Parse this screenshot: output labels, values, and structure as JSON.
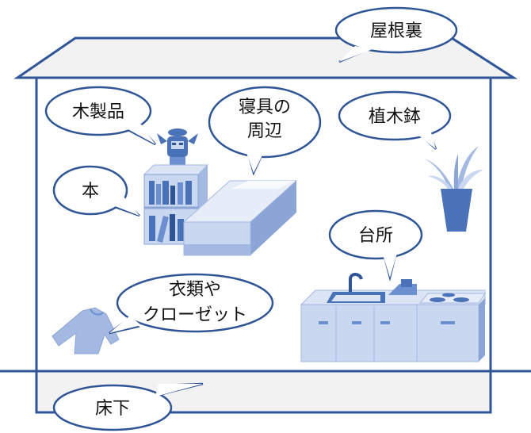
{
  "colors": {
    "outline": "#2f5597",
    "wall_fill": "#ffffff",
    "roof_fill": "#f2f2f2",
    "floor_fill": "#f2f2f2",
    "item_light": "#c9d7f0",
    "item_mid": "#a3b9e2",
    "item_dark": "#4a72b8"
  },
  "labels": {
    "attic": "屋根裏",
    "wood_products": "木製品",
    "bedding_line1": "寝具の",
    "bedding_line2": "周辺",
    "potted_plant": "植木鉢",
    "books": "本",
    "kitchen": "台所",
    "clothing_line1": "衣類や",
    "clothing_line2": "クローゼット",
    "under_floor": "床下"
  },
  "icons": [
    "wooden-figure-icon",
    "bookshelf-icon",
    "bed-icon",
    "potted-plant-icon",
    "kitchen-counter-icon",
    "shirt-icon"
  ]
}
